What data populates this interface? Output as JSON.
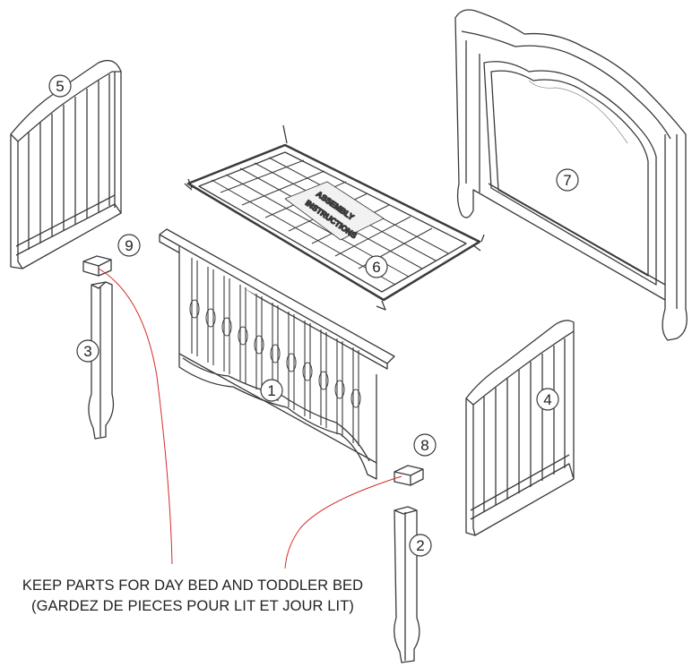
{
  "callouts": {
    "front_rail": "1",
    "leg_right": "2",
    "leg_left": "3",
    "side_panel_right": "4",
    "side_panel_left": "5",
    "mattress_support": "6",
    "headboard": "7",
    "foot_block_right": "8",
    "foot_block_left": "9"
  },
  "support_label": {
    "line1": "ASSEMBLY",
    "line2": "INSTRUCTIONS"
  },
  "caption": {
    "line1": "KEEP PARTS FOR DAY BED AND TODDLER BED",
    "line2": "(GARDEZ DE PIECES POUR LIT ET JOUR LIT)"
  },
  "colors": {
    "line": "#3a3a3a",
    "leader": "#d42a2a",
    "shade": "#e8e8e8"
  }
}
